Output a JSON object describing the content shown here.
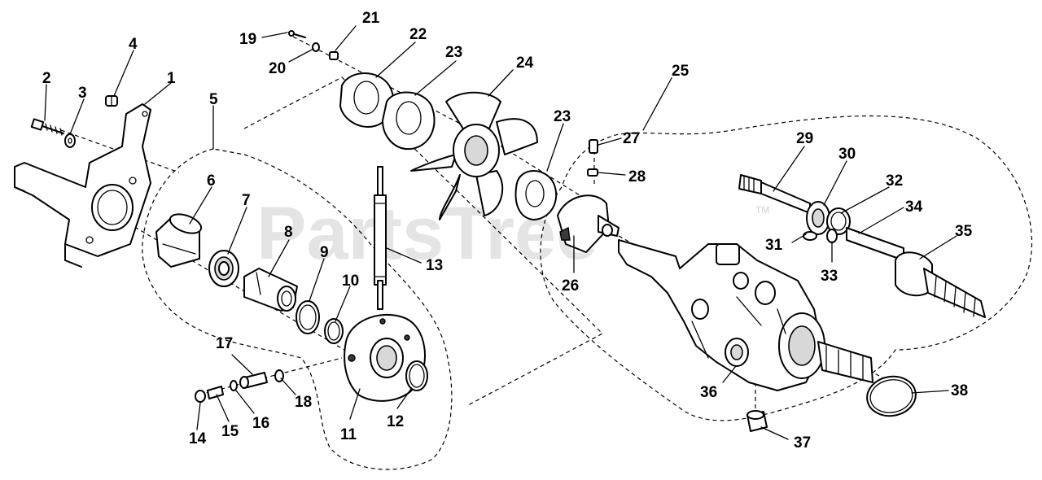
{
  "watermark": {
    "text": "PartsTree",
    "trademark": "TM"
  },
  "callouts": {
    "c1": "1",
    "c2": "2",
    "c3": "3",
    "c4": "4",
    "c5": "5",
    "c6": "6",
    "c7": "7",
    "c8": "8",
    "c9": "9",
    "c10": "10",
    "c11": "11",
    "c12": "12",
    "c13": "13",
    "c14": "14",
    "c15": "15",
    "c16": "16",
    "c17": "17",
    "c18": "18",
    "c19": "19",
    "c20": "20",
    "c21": "21",
    "c22": "22",
    "c23a": "23",
    "c23b": "23",
    "c24": "24",
    "c25": "25",
    "c26": "26",
    "c27": "27",
    "c28": "28",
    "c29": "29",
    "c30": "30",
    "c31": "31",
    "c32": "32",
    "c33": "33",
    "c34": "34",
    "c35": "35",
    "c36": "36",
    "c37": "37",
    "c38": "38"
  }
}
